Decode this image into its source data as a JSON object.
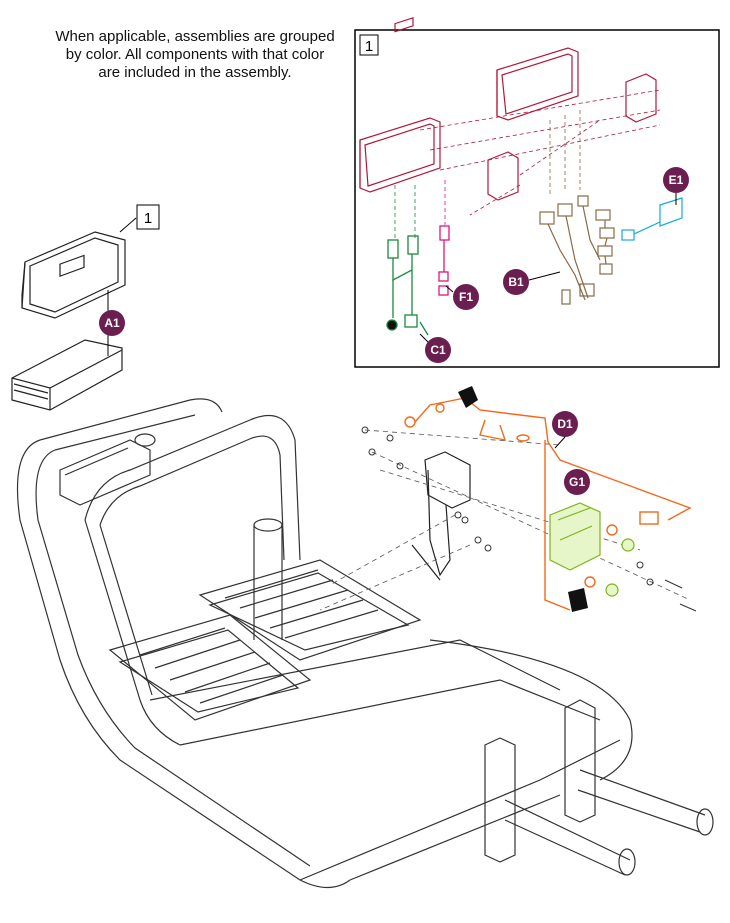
{
  "note": {
    "line1": "When applicable, assemblies are grouped",
    "line2": "by color. All components with that color",
    "line3": "are included in the assembly."
  },
  "detail_refs": {
    "inset": "1",
    "module": "1"
  },
  "callouts": {
    "A1": "A1",
    "B1": "B1",
    "C1": "C1",
    "D1": "D1",
    "E1": "E1",
    "F1": "F1",
    "G1": "G1"
  },
  "colors": {
    "callout_fill": "#6b1e50",
    "module_red": "#b0183a",
    "harness_green": "#1a8a3c",
    "harness_magenta": "#e0157f",
    "harness_tan": "#8b6a45",
    "harness_cyan": "#16a9d8",
    "harness_orange": "#f26a1b",
    "block_lime": "#9acd32"
  }
}
